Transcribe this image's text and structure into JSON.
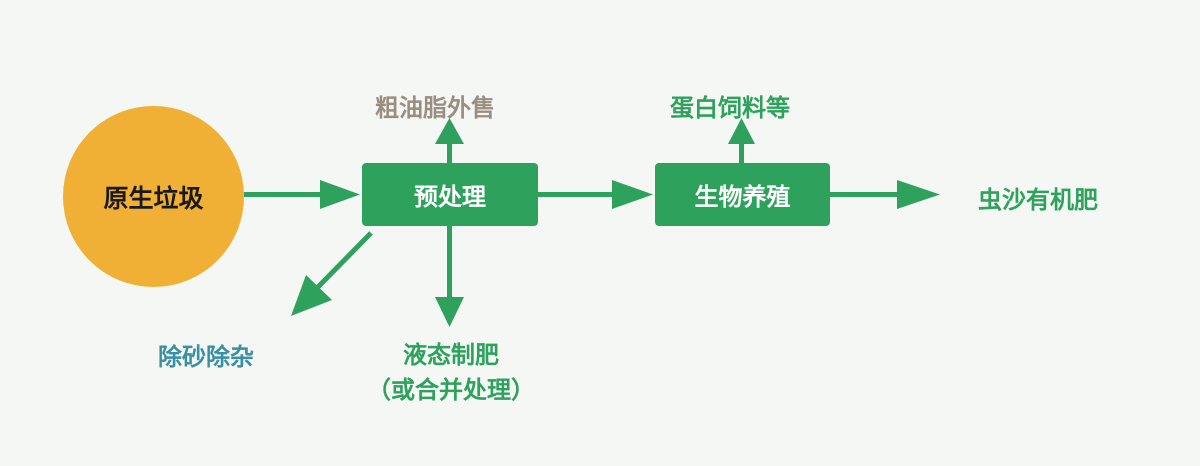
{
  "nodes": {
    "raw_waste": "原生垃圾",
    "pretreatment": "预处理",
    "bio_breeding": "生物养殖"
  },
  "outputs": {
    "crude_oil": "粗油脂外售",
    "protein_feed": "蛋白饲料等",
    "insect_frass": "虫沙有机肥",
    "sand_removal": "除砂除杂",
    "liquid_fertilizer": "液态制肥",
    "liquid_note": "（或合并处理）"
  },
  "colors": {
    "circle": "#efb035",
    "box": "#2ea25d",
    "arrow": "#2ea25d",
    "oil_text": "#9b8d80",
    "sand_text": "#3a8fa5",
    "background": "#f5f7f5"
  }
}
